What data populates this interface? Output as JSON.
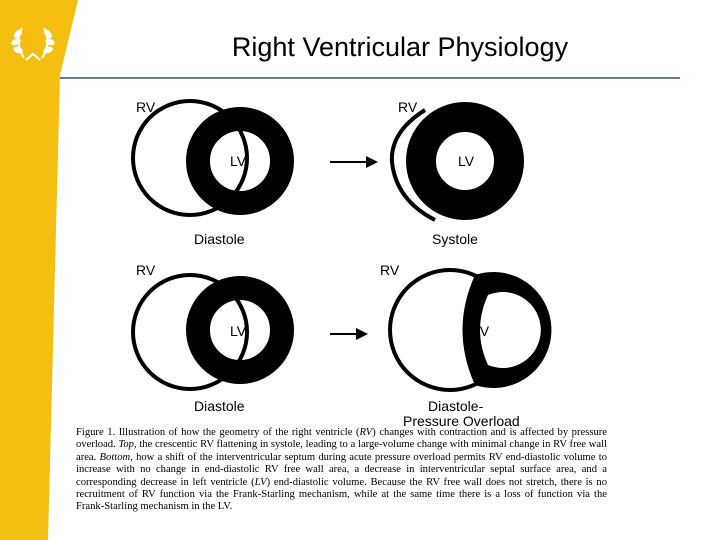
{
  "slide": {
    "title": "Right Ventricular Physiology",
    "colors": {
      "accent_band": "#f5bf12",
      "laurel": "#ffffff",
      "rule": "#5f7f99"
    },
    "logo_icon": "laurel-wreath-icon"
  },
  "figure": {
    "panels": [
      {
        "rv_label": "RV",
        "lv_label": "LV",
        "caption": "Diastole"
      },
      {
        "rv_label": "RV",
        "lv_label": "LV",
        "caption": "Systole"
      },
      {
        "rv_label": "RV",
        "lv_label": "LV",
        "caption": "Diastole"
      },
      {
        "rv_label": "RV",
        "lv_label": "LV",
        "caption_line1": "Diastole-",
        "caption_line2": "Pressure Overload"
      }
    ]
  },
  "caption": {
    "p1": "Figure 1. Illustration of how the geometry of the right ventricle (",
    "i1": "RV",
    "p2": ") changes with contraction and is affected by pressure overload. ",
    "i2": "Top",
    "p3": ", the crescentic RV flattening in systole, leading to a large-volume change with minimal change in RV free wall area. ",
    "i3": "Bottom",
    "p4": ", how a shift of the interventricular septum during acute pressure overload permits RV end-diastolic volume to increase with no change in end-diastolic RV free wall area, a decrease in interventricular septal surface area, and a corresponding decrease in left ventricle (",
    "i4": "LV",
    "p5": ") end-diastolic volume. Because the RV free wall does not stretch, there is no recruitment of RV function via the Frank-Starling mechanism, while at the same time there is a loss of function via the Frank-Starling mechanism in the LV."
  }
}
